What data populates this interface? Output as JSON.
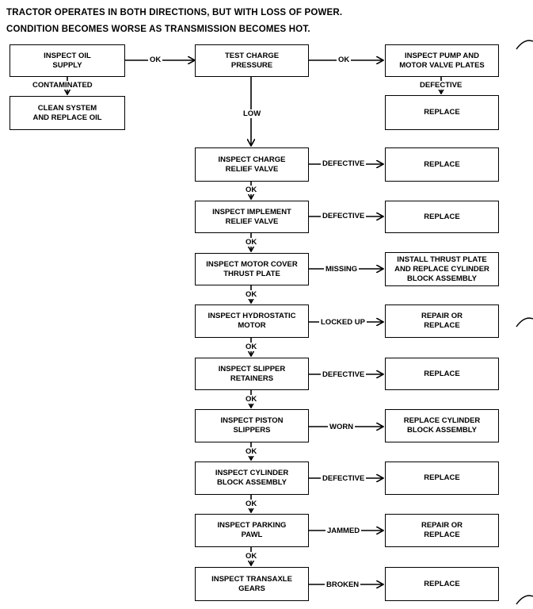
{
  "headings": {
    "line1": "TRACTOR OPERATES IN BOTH DIRECTIONS, BUT WITH LOSS OF POWER.",
    "line2": "CONDITION BECOMES WORSE AS TRANSMISSION BECOMES HOT."
  },
  "boxes": {
    "oil_supply": "INSPECT OIL\nSUPPLY",
    "clean_system": "CLEAN SYSTEM\nAND REPLACE OIL",
    "charge_pressure": "TEST CHARGE\nPRESSURE",
    "pump_plates": "INSPECT PUMP AND\nMOTOR VALVE PLATES",
    "replace_pump": "REPLACE",
    "charge_relief": "INSPECT CHARGE\nRELIEF VALVE",
    "replace_charge_relief": "REPLACE",
    "implement_relief": "INSPECT IMPLEMENT\nRELIEF VALVE",
    "replace_implement_relief": "REPLACE",
    "motor_cover": "INSPECT MOTOR COVER\nTHRUST PLATE",
    "install_thrust": "INSTALL THRUST PLATE\nAND REPLACE CYLINDER\nBLOCK ASSEMBLY",
    "hydrostatic_motor": "INSPECT HYDROSTATIC\nMOTOR",
    "repair_motor": "REPAIR OR\nREPLACE",
    "slipper_retainers": "INSPECT SLIPPER\nRETAINERS",
    "replace_retainers": "REPLACE",
    "piston_slippers": "INSPECT PISTON\nSLIPPERS",
    "replace_cylinder": "REPLACE CYLINDER\nBLOCK ASSEMBLY",
    "cylinder_block": "INSPECT CYLINDER\nBLOCK ASSEMBLY",
    "replace_block": "REPLACE",
    "parking_pawl": "INSPECT PARKING\nPAWL",
    "repair_pawl": "REPAIR OR\nREPLACE",
    "transaxle_gears": "INSPECT TRANSAXLE\nGEARS",
    "replace_gears": "REPLACE"
  },
  "labels": {
    "ok_oil_to_charge": "OK",
    "contaminated": "CONTAMINATED",
    "ok_charge_to_pump": "OK",
    "defective_pump": "DEFECTIVE",
    "low": "LOW",
    "defective_charge_relief": "DEFECTIVE",
    "ok_1": "OK",
    "defective_implement": "DEFECTIVE",
    "ok_2": "OK",
    "missing": "MISSING",
    "ok_3": "OK",
    "locked_up": "LOCKED UP",
    "ok_4": "OK",
    "defective_retainers": "DEFECTIVE",
    "ok_5": "OK",
    "worn": "WORN",
    "ok_6": "OK",
    "defective_block": "DEFECTIVE",
    "ok_7": "OK",
    "jammed": "JAMMED",
    "ok_8": "OK",
    "broken": "BROKEN"
  }
}
